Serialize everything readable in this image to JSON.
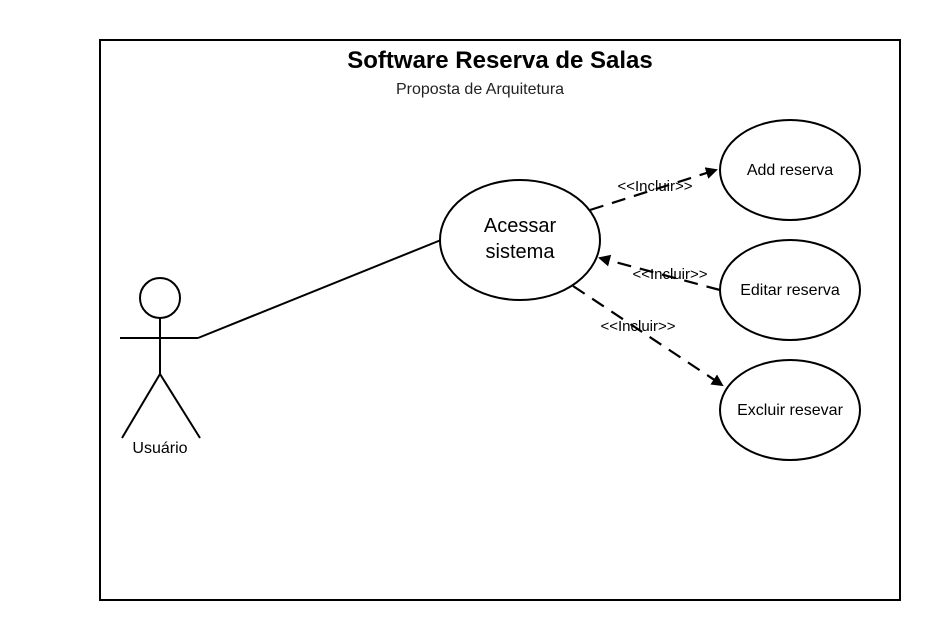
{
  "diagram": {
    "title": "Software Reserva de Salas",
    "subtitle": "Proposta de Arquitetura",
    "actor": {
      "label": "Usuário"
    },
    "use_cases": {
      "acessar_line1": "Acessar",
      "acessar_line2": "sistema",
      "add": "Add reserva",
      "editar": "Editar reserva",
      "excluir": "Excluir resevar"
    },
    "relations": {
      "add": "<<Incluir>>",
      "editar": "<<Incluir>>",
      "excluir": "<<Incluir>>"
    },
    "stroke_color": "#000000",
    "background": "#ffffff"
  }
}
